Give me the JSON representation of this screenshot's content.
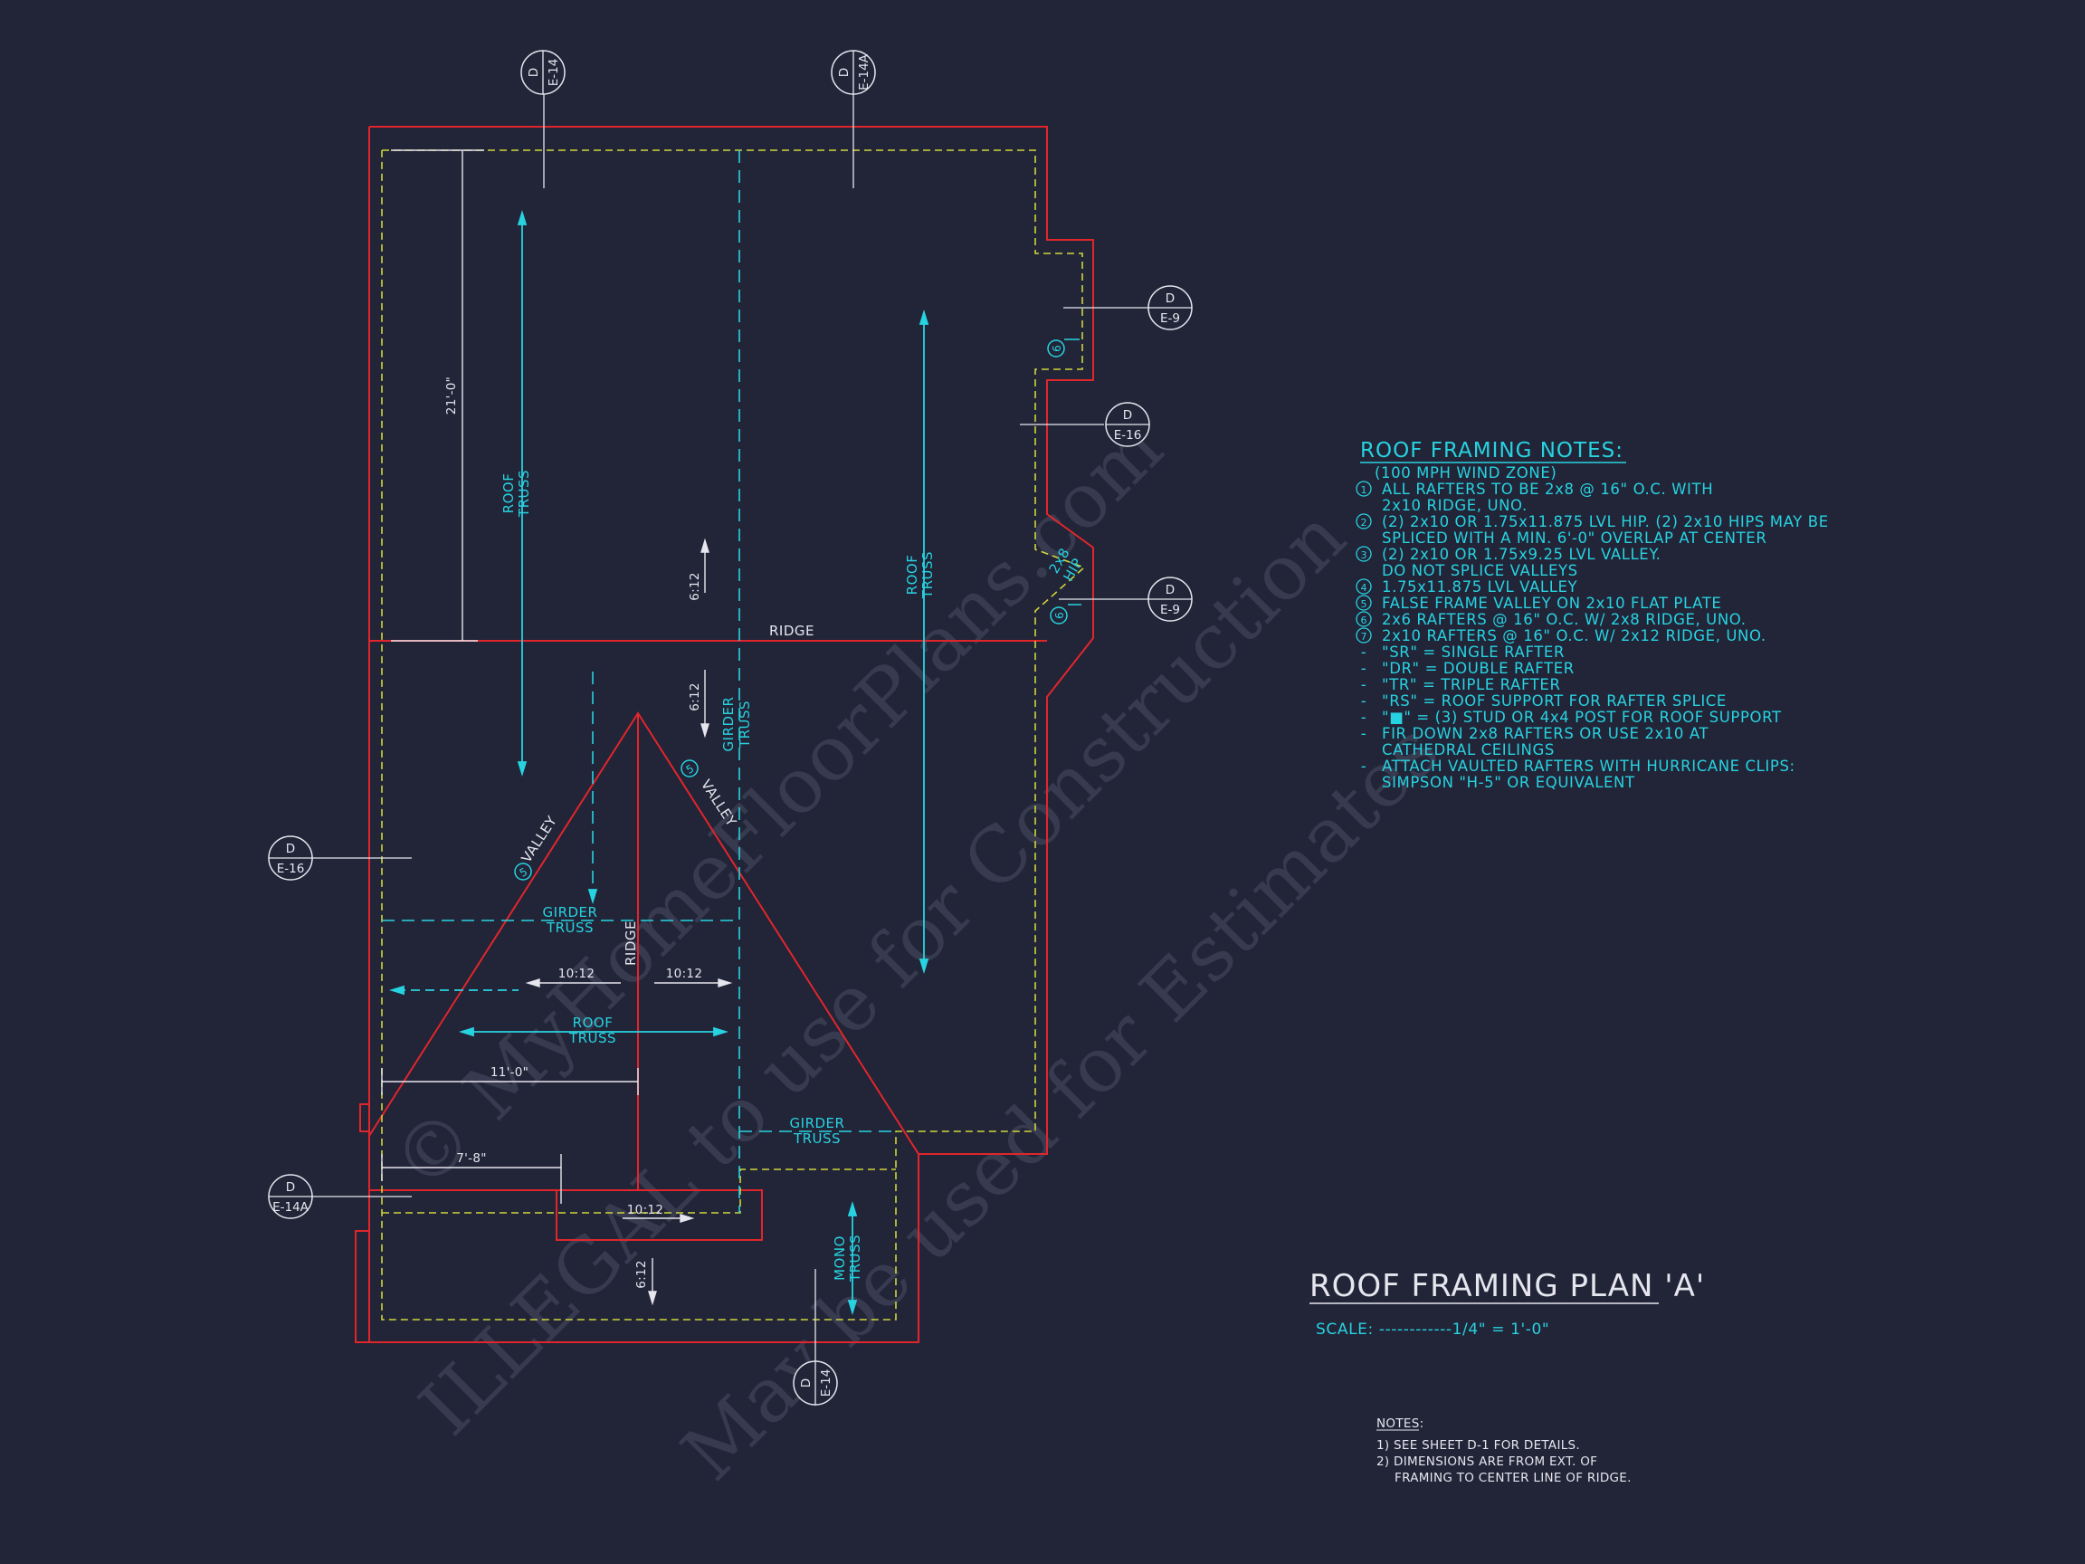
{
  "watermark": {
    "line1": "© MyHomeFloorPlans.com",
    "line2": "ILLEGAL to use for Construction",
    "line3": "May be used for Estimates"
  },
  "colors": {
    "background": "#222438",
    "outline": "#e0262b",
    "dashed_outline": "#cfd63a",
    "cyan": "#27d3e0",
    "text": "#e6e6ee"
  },
  "plan_labels": {
    "ridge_main": "RIDGE",
    "ridge_vertical": "RIDGE",
    "roof_truss_left_1": "ROOF",
    "roof_truss_left_2": "TRUSS",
    "roof_truss_right_1": "ROOF",
    "roof_truss_right_2": "TRUSS",
    "roof_truss_low_1": "ROOF",
    "roof_truss_low_2": "TRUSS",
    "girder_vert_1": "GIRDER",
    "girder_vert_2": "TRUSS",
    "girder_horiz_1": "GIRDER",
    "girder_horiz_2": "TRUSS",
    "girder_bottom_1": "GIRDER",
    "girder_bottom_2": "TRUSS",
    "mono_truss_1": "MONO",
    "mono_truss_2": "TRUSS",
    "valley_left": "VALLEY",
    "valley_right": "VALLEY",
    "hip_1": "2x8",
    "hip_2": "HIP",
    "pitch_upper": "6:12",
    "pitch_middle": "6:12",
    "pitch_left": "10:12",
    "pitch_right": "10:12",
    "pitch_bottom": "10:12",
    "pitch_lower_left": "6:12",
    "dim_vertical": "21'-0\"",
    "dim_11": "11'-0\"",
    "dim_7": "7'-8\"",
    "circle_5_left": "5",
    "circle_5_right": "5",
    "circle_6_upper": "6",
    "circle_6_lower": "6"
  },
  "section_bubbles": [
    {
      "id": "top-left",
      "top": "D",
      "bottom": "E-14"
    },
    {
      "id": "top-right",
      "top": "D",
      "bottom": "E-14A"
    },
    {
      "id": "right-upper",
      "top": "D",
      "bottom": "E-9"
    },
    {
      "id": "right-middle",
      "top": "D",
      "bottom": "E-16"
    },
    {
      "id": "right-lower",
      "top": "D",
      "bottom": "E-9"
    },
    {
      "id": "left-middle",
      "top": "D",
      "bottom": "E-16"
    },
    {
      "id": "left-lower",
      "top": "D",
      "bottom": "E-14A"
    },
    {
      "id": "bottom",
      "top": "D",
      "bottom": "E-14"
    }
  ],
  "roof_framing_notes": {
    "title": "ROOF FRAMING NOTES:",
    "wind_zone": "(100 MPH WIND ZONE)",
    "lines": [
      "ALL RAFTERS TO BE 2x8 @ 16\" O.C. WITH",
      "2x10 RIDGE, UNO.",
      "(2) 2x10 OR 1.75x11.875 LVL HIP. (2) 2x10 HIPS MAY BE",
      "SPLICED WITH A MIN. 6'-0\" OVERLAP AT CENTER",
      "(2) 2x10 OR 1.75x9.25 LVL VALLEY.",
      "DO NOT SPLICE VALLEYS",
      "1.75x11.875 LVL VALLEY",
      "FALSE FRAME VALLEY ON 2x10 FLAT PLATE",
      "2x6 RAFTERS @ 16\" O.C. W/ 2x8 RIDGE, UNO.",
      "2x10 RAFTERS @ 16\" O.C. W/ 2x12 RIDGE, UNO.",
      "\"SR\" = SINGLE RAFTER",
      "\"DR\" = DOUBLE RAFTER",
      "\"TR\" = TRIPLE RAFTER",
      "\"RS\" = ROOF SUPPORT FOR RAFTER SPLICE",
      "\"■\"  = (3) STUD OR 4x4 POST FOR ROOF SUPPORT",
      "FIR DOWN 2x8 RAFTERS OR USE 2x10 AT",
      "CATHEDRAL CEILINGS",
      "ATTACH VAULTED RAFTERS WITH HURRICANE CLIPS:",
      "SIMPSON \"H-5\" OR EQUIVALENT"
    ],
    "markers": [
      "1",
      "",
      "2",
      "",
      "3",
      "",
      "4",
      "5",
      "6",
      "7",
      "-",
      "-",
      "-",
      "-",
      "-",
      "-",
      "",
      "-",
      ""
    ]
  },
  "plan_title": "ROOF FRAMING PLAN 'A'",
  "scale": "SCALE: ------------1/4\" = 1'-0\"",
  "notes": {
    "heading": "NOTES:",
    "n1": "1)  SEE SHEET D-1 FOR DETAILS.",
    "n2a": "2)  DIMENSIONS ARE FROM EXT. OF",
    "n2b": "FRAMING TO CENTER LINE OF RIDGE."
  }
}
